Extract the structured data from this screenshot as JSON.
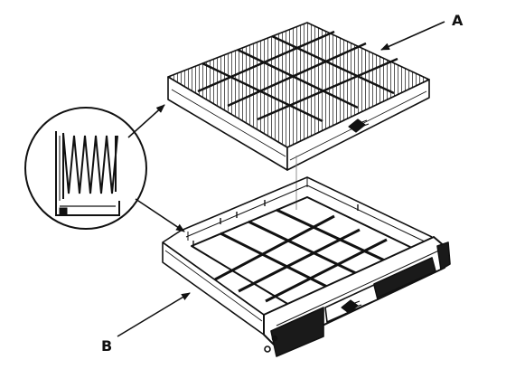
{
  "labels": {
    "a": "A",
    "b": "B"
  },
  "parts": {
    "filter_element": {
      "callout": "A"
    },
    "filter_housing": {
      "callout": "B"
    },
    "pleat_detail": {
      "callout": ""
    }
  },
  "colors": {
    "ink": "#111111",
    "paper": "#ffffff",
    "shade": "#333333"
  }
}
